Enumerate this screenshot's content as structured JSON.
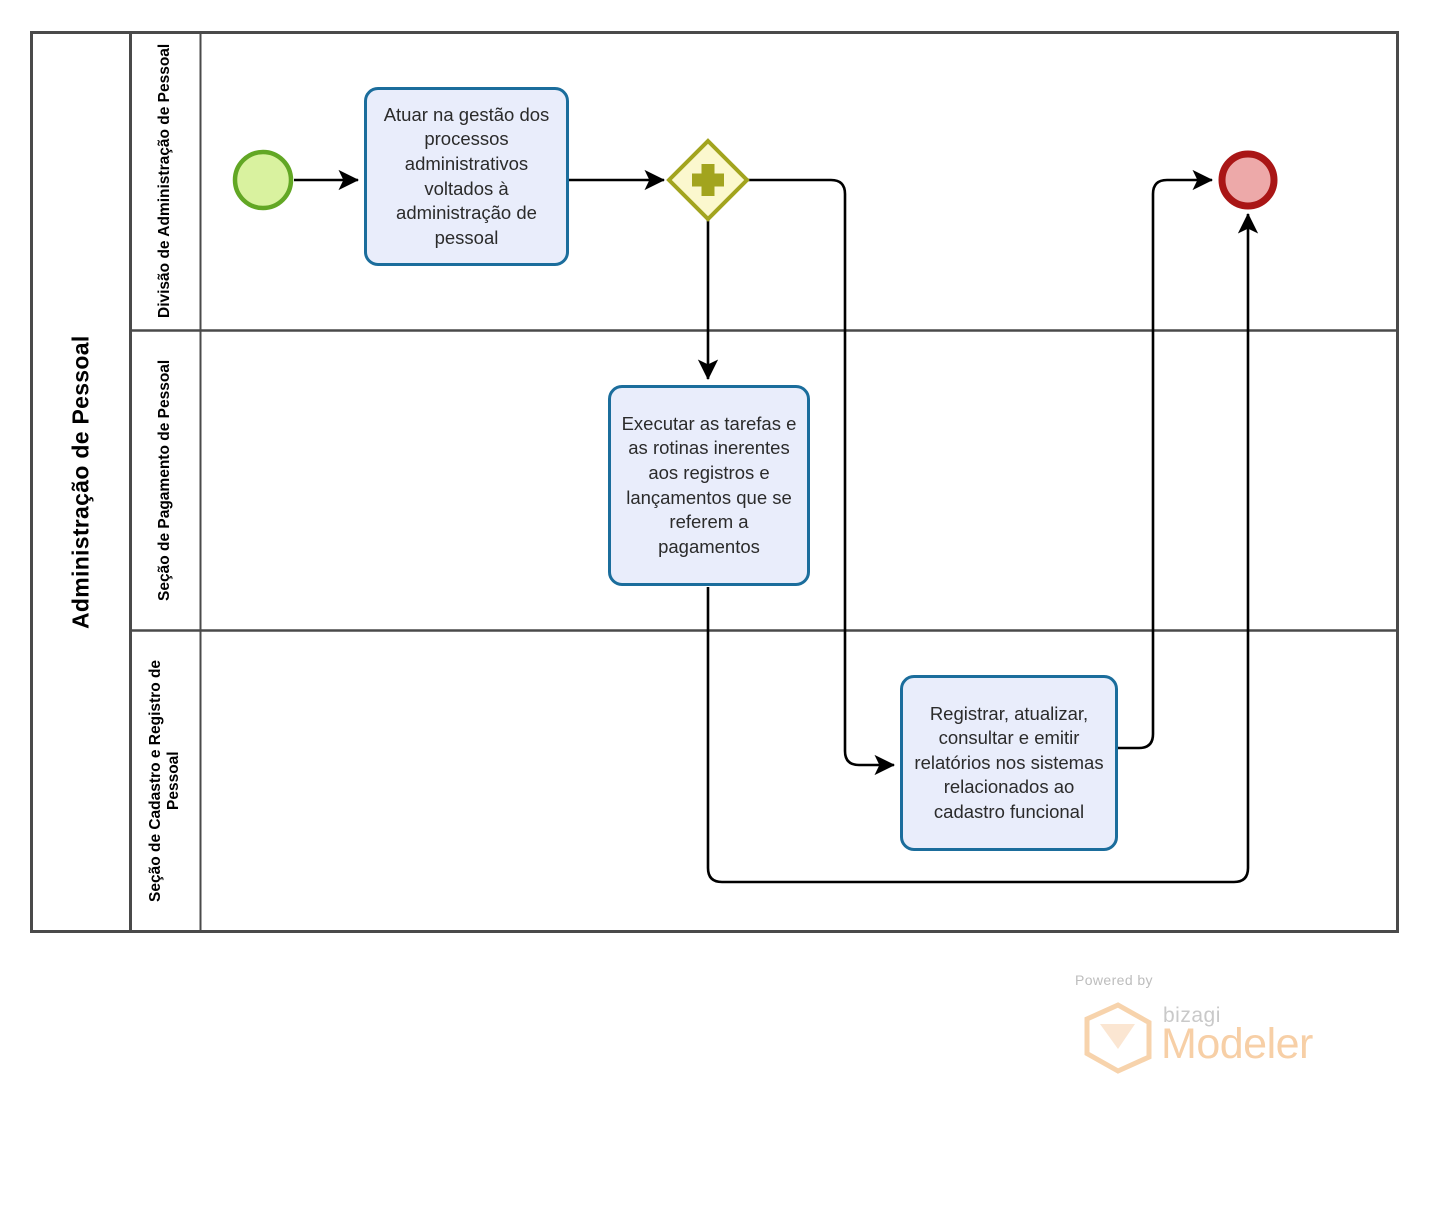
{
  "diagram": {
    "type": "bpmn-process-diagram",
    "pool": {
      "name": "Administração de Pessoal",
      "lanes": [
        {
          "id": "lane-1",
          "name": "Divisão de Administração de Pessoal"
        },
        {
          "id": "lane-2",
          "name": "Seção de Pagamento de Pessoal"
        },
        {
          "id": "lane-3",
          "name": "Seção de Cadastro e Registro de Pessoal"
        }
      ]
    },
    "events": [
      {
        "id": "start-event",
        "kind": "start",
        "lane": "lane-1",
        "label": "",
        "fill": "#d9f29f",
        "stroke": "#62a724"
      },
      {
        "id": "end-event",
        "kind": "end",
        "lane": "lane-1",
        "label": "",
        "fill": "#eda9a9",
        "stroke": "#a91616"
      }
    ],
    "gateways": [
      {
        "id": "gateway-parallel",
        "kind": "parallel",
        "lane": "lane-1",
        "symbol": "plus",
        "label": "",
        "fill": "#fbf8ce",
        "stroke": "#a2a41e"
      }
    ],
    "tasks": [
      {
        "id": "task-1",
        "lane": "lane-1",
        "label": "Atuar na gestão dos processos administrativos voltados à administração de pessoal"
      },
      {
        "id": "task-2",
        "lane": "lane-2",
        "label": "Executar as tarefas e as rotinas inerentes aos registros e lançamentos  que se referem a pagamentos"
      },
      {
        "id": "task-3",
        "lane": "lane-3",
        "label": "Registrar, atualizar, consultar e emitir relatórios nos sistemas relacionados ao cadastro funcional"
      }
    ],
    "flows": [
      {
        "id": "flow-start-task1",
        "from": "start-event",
        "to": "task-1",
        "label": ""
      },
      {
        "id": "flow-task1-gateway",
        "from": "task-1",
        "to": "gateway-parallel",
        "label": ""
      },
      {
        "id": "flow-gateway-task2",
        "from": "gateway-parallel",
        "to": "task-2",
        "label": ""
      },
      {
        "id": "flow-gateway-task3",
        "from": "gateway-parallel",
        "to": "task-3",
        "label": ""
      },
      {
        "id": "flow-task3-end",
        "from": "task-3",
        "to": "end-event",
        "label": ""
      },
      {
        "id": "flow-task2-end",
        "from": "task-2",
        "to": "end-event",
        "label": ""
      }
    ],
    "colors": {
      "task_fill": "#e9edfb",
      "task_stroke": "#1b6d9c",
      "pool_stroke": "#4a4a4a",
      "connector": "#000000"
    }
  },
  "watermark": {
    "powered_by": "Powered by",
    "brand": "bizagi",
    "product": "Modeler",
    "accent": "#f7cfa6"
  }
}
